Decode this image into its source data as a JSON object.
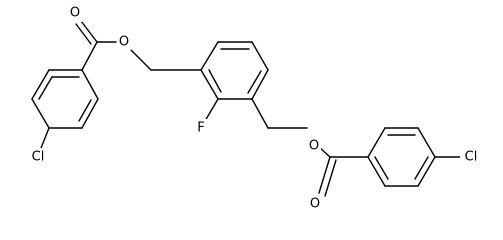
{
  "molecule": {
    "atoms": {
      "o_ester_left": "O",
      "o_carbonyl_left": "O",
      "o_ester_right": "O",
      "o_carbonyl_right": "O",
      "fluorine": "F",
      "chlorine_left": "Cl",
      "chlorine_right": "Cl"
    }
  }
}
